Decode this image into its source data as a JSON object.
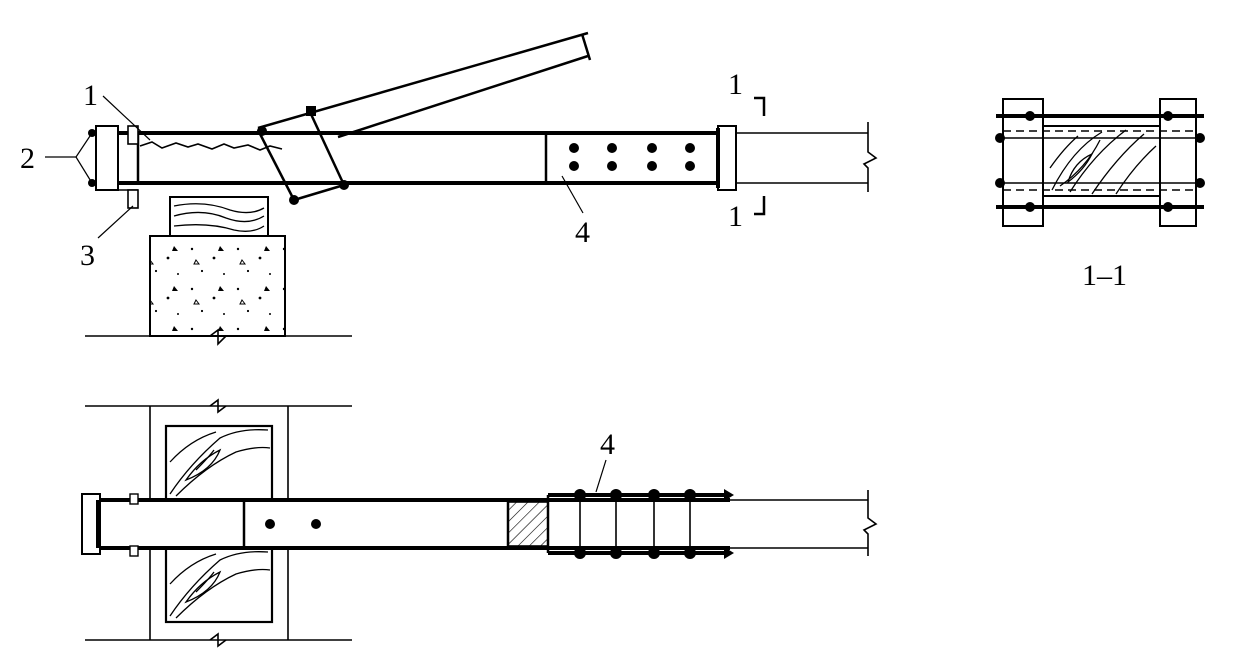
{
  "labels": {
    "elevation_mark_1": "1",
    "elevation_mark_2": "2",
    "elevation_mark_3": "3",
    "elevation_mark_4": "4",
    "plan_mark_4": "4",
    "section_mark_top": "1",
    "section_mark_bottom": "1",
    "section_title": "1–1"
  },
  "colors": {
    "line": "#000000",
    "background": "#ffffff"
  }
}
